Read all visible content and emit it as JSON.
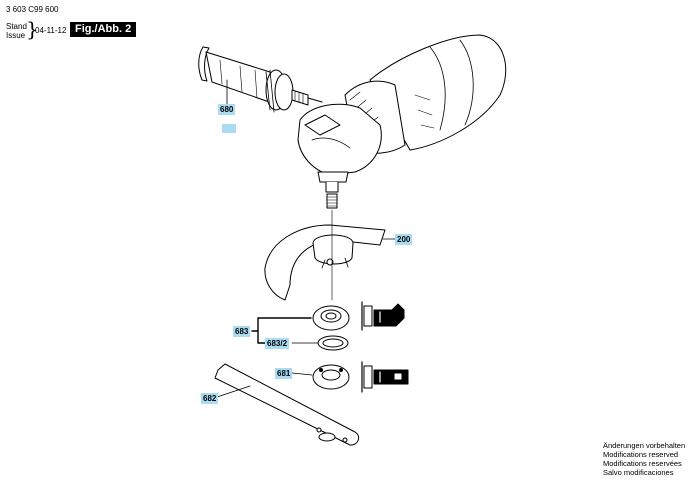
{
  "header": {
    "doc_number": "3 603 C99 600",
    "stand_label": "Stand",
    "issue_label": "Issue",
    "date": "04-11-12",
    "figure_label": "Fig./Abb. 2"
  },
  "parts": {
    "p680": "680",
    "p200": "200",
    "p683": "683",
    "p683_2": "683/2",
    "p681": "681",
    "p682": "682"
  },
  "footer": {
    "line1": "Änderungen vorbehalten",
    "line2": "Modifications reserved",
    "line3": "Modifications reservées",
    "line4": "Salvo modificaciones"
  },
  "colors": {
    "tag_fill": "#a9dcf2",
    "ink": "#000000"
  }
}
